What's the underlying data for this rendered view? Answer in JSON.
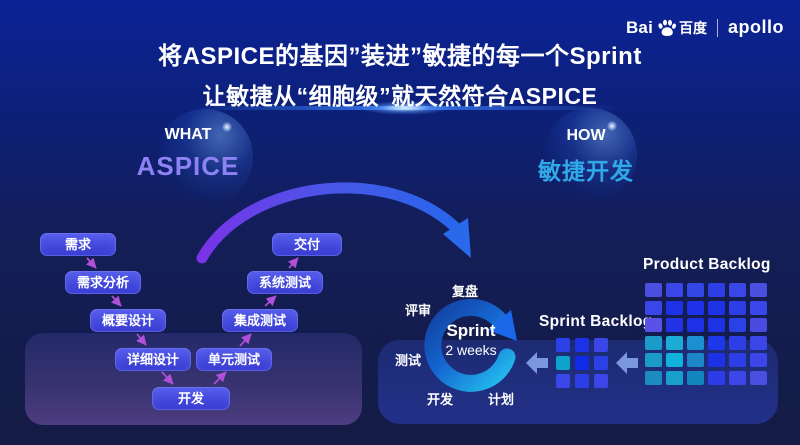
{
  "logo": {
    "bai": "Bai",
    "du_cn": "百度",
    "divider": "|",
    "product": "apollo"
  },
  "title": {
    "line1": "将ASPICE的基因”装进”敏捷的每一个Sprint",
    "line2": "让敏捷从“细胞级”就天然符合ASPICE"
  },
  "aspice_section": {
    "kicker": "WHAT",
    "heading": "ASPICE",
    "heading_color": "#8d82f4",
    "vmodel_boxes": [
      {
        "label": "需求"
      },
      {
        "label": "需求分析"
      },
      {
        "label": "概要设计"
      },
      {
        "label": "详细设计"
      },
      {
        "label": "开发"
      },
      {
        "label": "单元测试"
      },
      {
        "label": "集成测试"
      },
      {
        "label": "系统测试"
      },
      {
        "label": "交付"
      }
    ]
  },
  "agile_section": {
    "kicker": "HOW",
    "heading": "敏捷开发",
    "heading_color": "#2fa9e8",
    "sprint_circle": {
      "center_line1": "Sprint",
      "center_line2": "2 weeks",
      "labels": {
        "top": "复盘",
        "upper_left": "评审",
        "left": "测试",
        "bottom_left": "开发",
        "bottom_right": "计划"
      }
    },
    "product_backlog": {
      "label": "Product Backlog",
      "cells": [
        [
          "#4a4fdf",
          "#3a46e8",
          "#3546e6",
          "#2e3ee6",
          "#3a46e8",
          "#4a4fdf"
        ],
        [
          "#3a46e8",
          "#1f31e6",
          "#1d31e6",
          "#1d31e6",
          "#2e3ee6",
          "#3a46e8"
        ],
        [
          "#5a52e6",
          "#2433e6",
          "#1d31e6",
          "#1d31e6",
          "#2b41e8",
          "#4a4ae0"
        ],
        [
          "#1b9cc8",
          "#1babd4",
          "#1b8fd0",
          "#1d38e8",
          "#2e3ee6",
          "#3a46e8"
        ],
        [
          "#1b9cc8",
          "#0fb2da",
          "#1b86c8",
          "#1d31e6",
          "#2e3ee6",
          "#3a46e8"
        ],
        [
          "#1b8cc0",
          "#18a0cc",
          "#1186be",
          "#2b3ce8",
          "#3d46e8",
          "#4a4fe0"
        ]
      ]
    },
    "sprint_backlog": {
      "label": "Sprint Backlog",
      "cells": [
        [
          "#2b41e8",
          "#1d31e6",
          "#3a46e8"
        ],
        [
          "#0fa2cc",
          "#0f2be8",
          "#2b41e8"
        ],
        [
          "#3a46e8",
          "#2e3ee6",
          "#3a46e8"
        ]
      ]
    }
  },
  "colors": {
    "background_top": "#0b2396",
    "background_bottom": "#141b44",
    "vmodel_arrow": "#b04fd8",
    "flow_arrow": "#7b97e0",
    "curve_arrow_start": "#7a33e8",
    "curve_arrow_end": "#2567ec",
    "ring_gradient": [
      "#123f9e",
      "#1565d0",
      "#25c6f0"
    ]
  }
}
